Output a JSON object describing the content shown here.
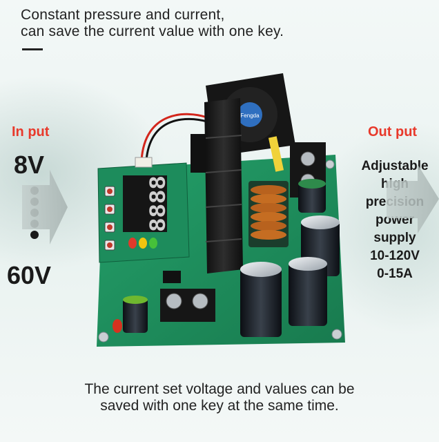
{
  "headline": {
    "line1": "Constant pressure and current,",
    "line2": "can save the current value with one key."
  },
  "input": {
    "label": "In put",
    "voltage_min": "8V",
    "voltage_max": "60V"
  },
  "output": {
    "label": "Out put",
    "lines": [
      "Adjustable",
      "high",
      "precision",
      "power",
      "supply",
      "10-120V",
      "0-15A"
    ]
  },
  "display": {
    "digits": "8888"
  },
  "fan": {
    "label": "Fengda"
  },
  "footer": {
    "line1": "The current set voltage and values can be",
    "line2": "saved with one key at the same time."
  },
  "colors": {
    "accent_red": "#e8392b",
    "pcb_green": "#1f8a5b",
    "text_dark": "#1a1a1a"
  }
}
